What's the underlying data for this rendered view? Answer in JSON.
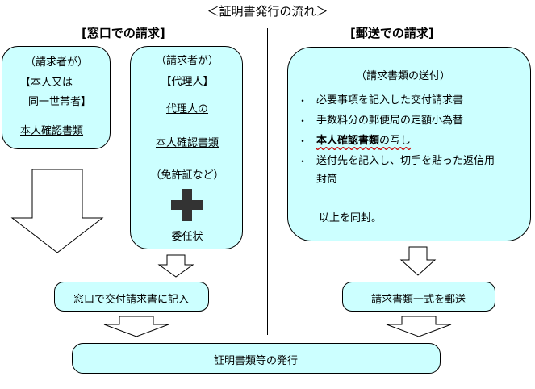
{
  "title": "＜証明書発行の流れ＞",
  "counter": {
    "heading": "[窓口での請求]",
    "applicant_box": {
      "line1": "（請求者が）",
      "line2": "【本人又は",
      "line3": "同一世帯者】",
      "line4": "本人確認書類"
    },
    "agent_box": {
      "line1": "（請求者が）",
      "line2": "【代理人】",
      "line3": "代理人の",
      "line4": "本人確認書類",
      "line5": "（免許証など）",
      "line6": "委任状"
    },
    "step_fill": "窓口で交付請求書に記入"
  },
  "mail": {
    "heading": "[郵送での請求]",
    "docs_box": {
      "heading": "（請求書類の送付）",
      "bullet": "・",
      "items": [
        "必要事項を記入した交付請求書",
        "手数料分の郵便局の定額小為替",
        "本人確認書類",
        "送付先を記入し、切手を貼った返信用",
        "封筒"
      ],
      "item3_suffix": "の写し",
      "footer": "以上を同封。"
    },
    "step_send": "請求書類一式を郵送"
  },
  "final": "証明書類等の発行",
  "colors": {
    "box_fill": "#ccffff",
    "wavy_underline": "#cc0000"
  }
}
